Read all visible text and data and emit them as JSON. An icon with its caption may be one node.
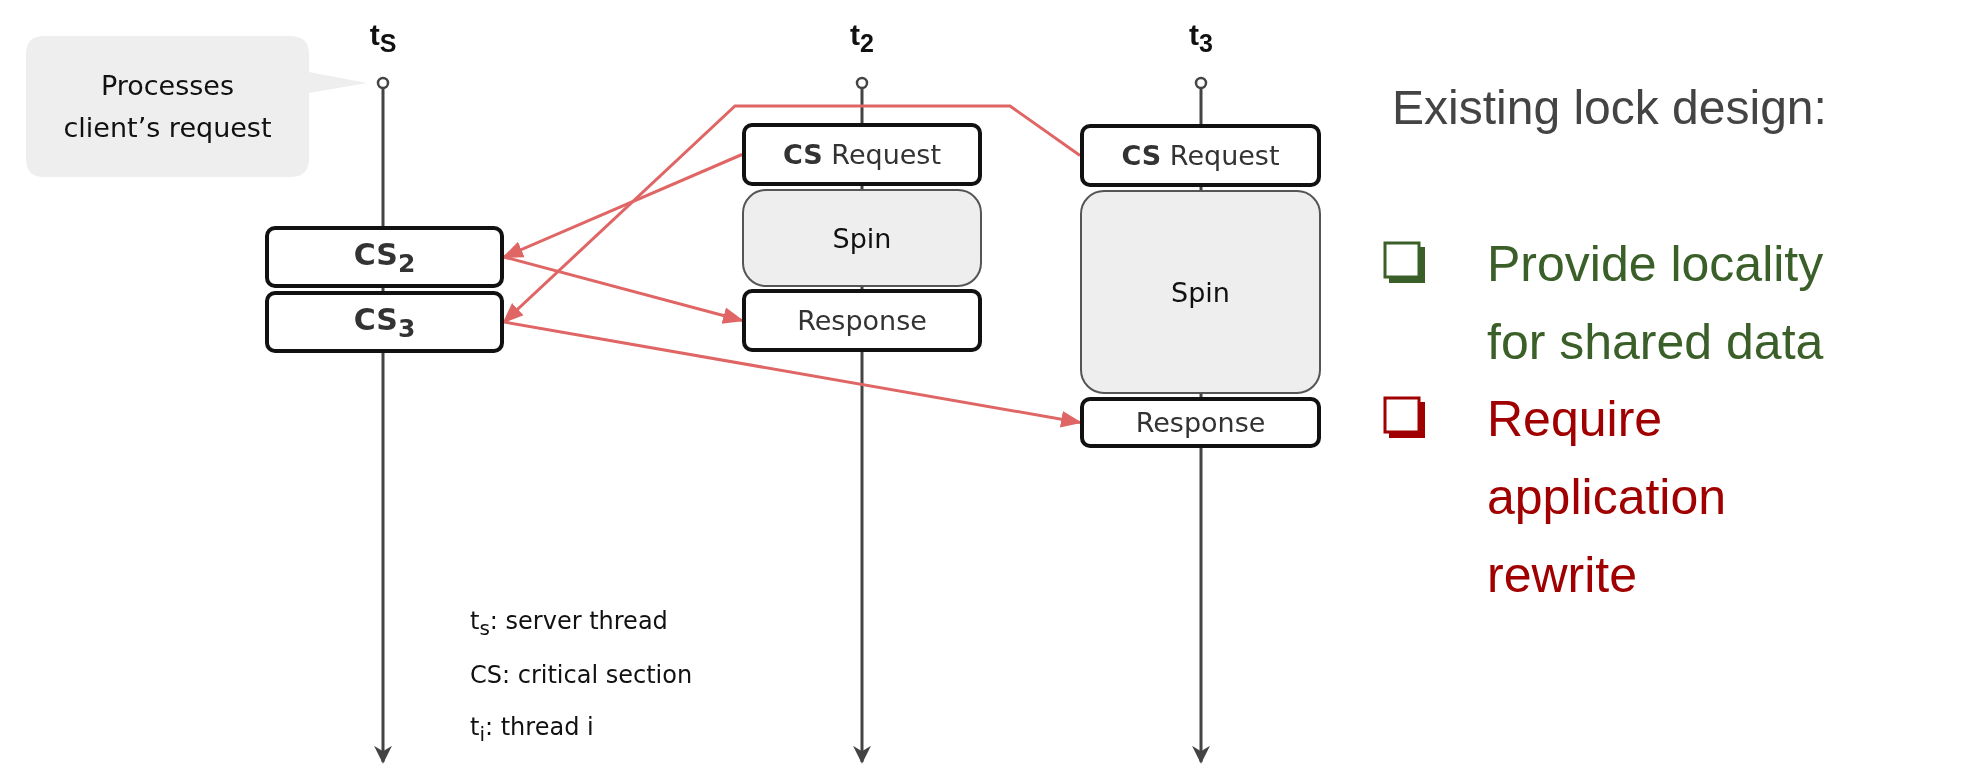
{
  "diagram": {
    "title": "Existing lock design:",
    "nodes": [
      {
        "text": [
          "Processes client’s request"
        ]
      },
      {
        "text": [
          "CS$_{2}$"
        ]
      },
      {
        "text": [
          "CS$_{3}$"
        ]
      },
      {
        "text": [
          "**CS** Request"
        ]
      },
      {
        "text": [
          "Spin"
        ]
      },
      {
        "text": [
          "Response"
        ]
      },
      {
        "text": [
          "**CS** Request"
        ]
      },
      {
        "text": [
          "Spin"
        ]
      },
      {
        "text": [
          "Response"
        ]
      }
    ],
    "edges": [
      {
        "from": 3,
        "to": 1,
        "arrow": "to"
      },
      {
        "from": 1,
        "to": 5,
        "arrow": "to"
      },
      {
        "from": 6,
        "to": 2,
        "arrow": "to"
      },
      {
        "from": 2,
        "to": 8,
        "arrow": "to"
      }
    ],
    "labels": [
      "t$_{S}$",
      "t$_{2}$",
      "t$_{3}$",
      "Provide locality for shared data",
      "Require application rewrite",
      "t$_{s}$: server thread",
      "CS: critical section",
      "t$_{i}$: thread i"
    ]
  }
}
